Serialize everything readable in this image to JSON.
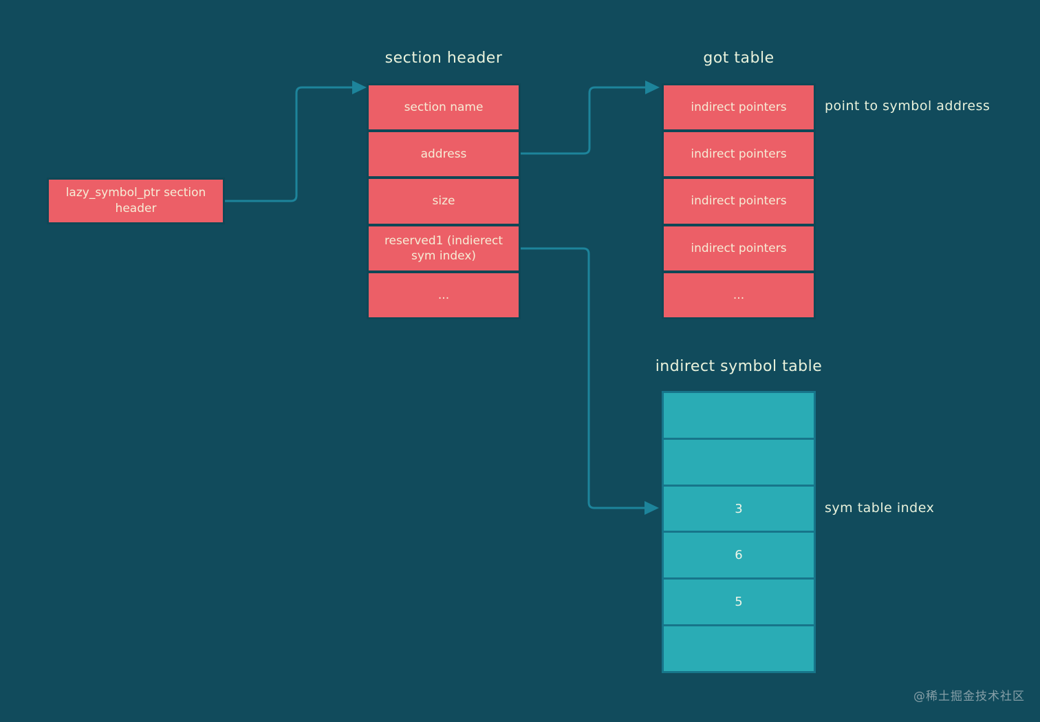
{
  "diagram": {
    "left_box": {
      "label": "lazy_symbol_ptr section header"
    },
    "section_header": {
      "title": "section header",
      "rows": [
        "section name",
        "address",
        "size",
        "reserved1 (indierect sym index)",
        "..."
      ]
    },
    "got_table": {
      "title": "got table",
      "rows": [
        "indirect pointers",
        "indirect pointers",
        "indirect pointers",
        "indirect pointers",
        "..."
      ],
      "annotation": "point to symbol address"
    },
    "indirect_symbol_table": {
      "title": "indirect symbol table",
      "rows": [
        "",
        "",
        "3",
        "6",
        "5",
        ""
      ],
      "annotation": "sym table index"
    },
    "watermark": "@稀土掘金技术社区"
  },
  "colors": {
    "background": "#114B5C",
    "box_red": "#EC5F67",
    "table_teal": "#2AACB5",
    "stroke_dark": "#0E4756",
    "teal_separator": "#17758A",
    "connector_line": "#1D849B",
    "box_text": "#F6EDD6",
    "label_text": "#E9F2DC",
    "watermark_text": "#AEBBC1"
  }
}
